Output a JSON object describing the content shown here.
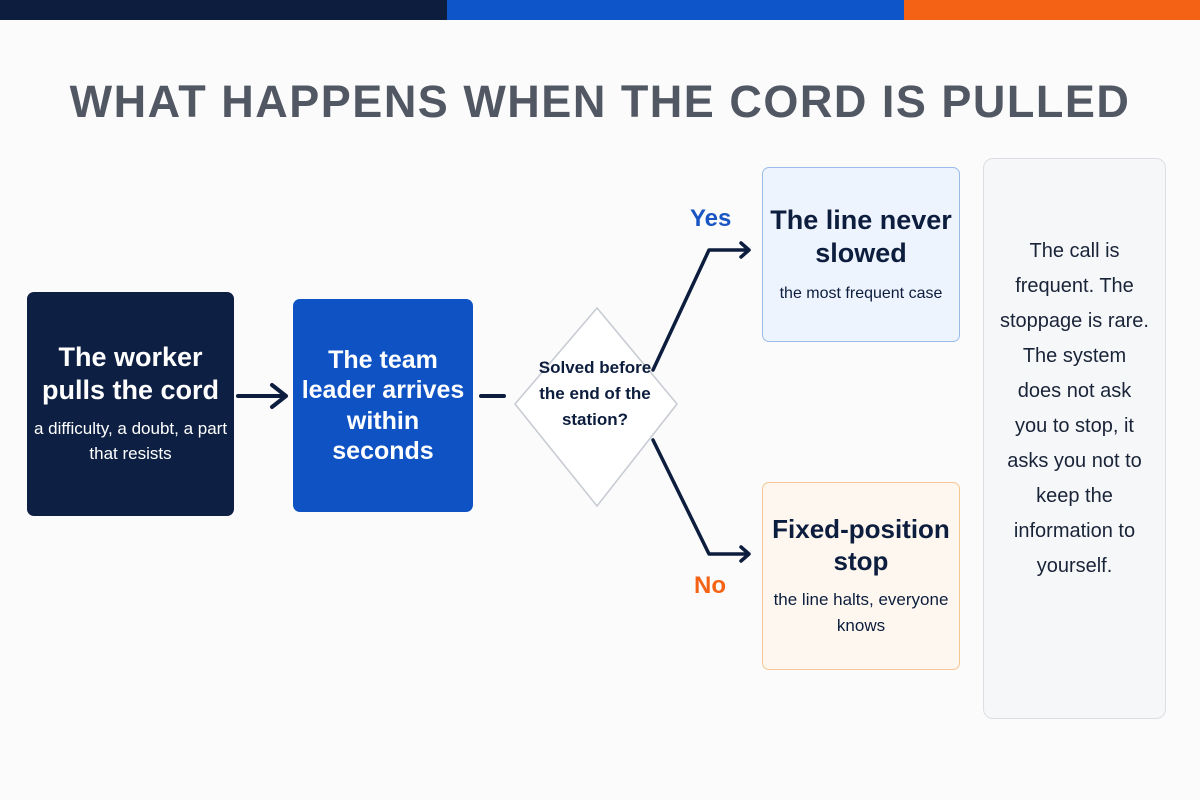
{
  "title": "WHAT HAPPENS WHEN THE CORD IS PULLED",
  "colors": {
    "navy": "#0c1d3d",
    "blue": "#0e52c4",
    "orange": "#f46216",
    "title_gray": "#525863"
  },
  "steps": {
    "worker": {
      "head": "The worker pulls the cord",
      "sub": "a difficulty, a doubt, a part that resists"
    },
    "leader": {
      "head": "The team leader arrives within seconds"
    }
  },
  "decision": {
    "question": "Solved before the end of the station?"
  },
  "branches": {
    "yes": {
      "label": "Yes",
      "head": "The line never slowed",
      "sub": "the most frequent case"
    },
    "no": {
      "label": "No",
      "head": "Fixed-position stop",
      "sub": "the line halts, everyone knows"
    }
  },
  "note": "The call is frequent. The stoppage is rare. The system does not ask you to stop, it asks you not to keep the information to yourself."
}
